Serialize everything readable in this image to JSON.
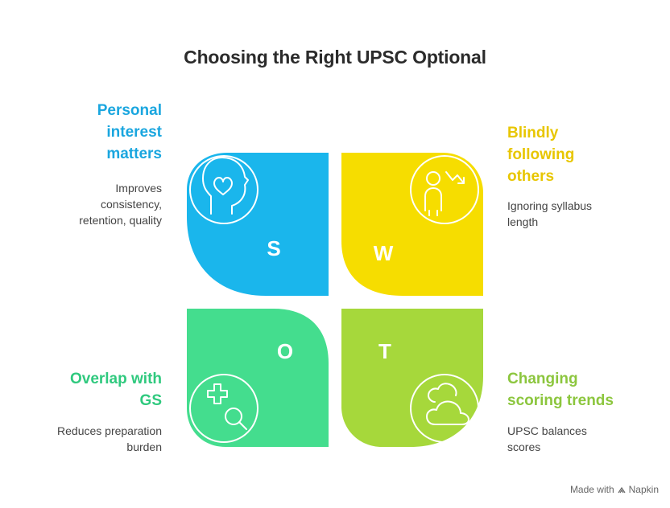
{
  "title": "Choosing the Right UPSC Optional",
  "colors": {
    "strength": "#1ab6ec",
    "weakness": "#f6dd00",
    "opportunity": "#44dd8e",
    "threat": "#a6d83b",
    "strength_text": "#1aa6df",
    "weakness_text": "#e8c600",
    "opportunity_text": "#2fc97e",
    "threat_text": "#8cc63e"
  },
  "quadrants": {
    "strength": {
      "letter": "S",
      "heading": "Personal\ninterest\nmatters",
      "description": "Improves\nconsistency,\nretention, quality",
      "icon": "head-heart-icon"
    },
    "weakness": {
      "letter": "W",
      "heading": "Blindly\nfollowing\nothers",
      "description": "Ignoring syllabus\nlength",
      "icon": "person-decline-icon"
    },
    "opportunity": {
      "letter": "O",
      "heading": "Overlap with\nGS",
      "description": "Reduces preparation\nburden",
      "icon": "plus-search-icon"
    },
    "threat": {
      "letter": "T",
      "heading": "Changing\nscoring trends",
      "description": "UPSC balances\nscores",
      "icon": "clouds-icon"
    }
  },
  "footer": {
    "label": "Made with",
    "brand": "Napkin"
  }
}
